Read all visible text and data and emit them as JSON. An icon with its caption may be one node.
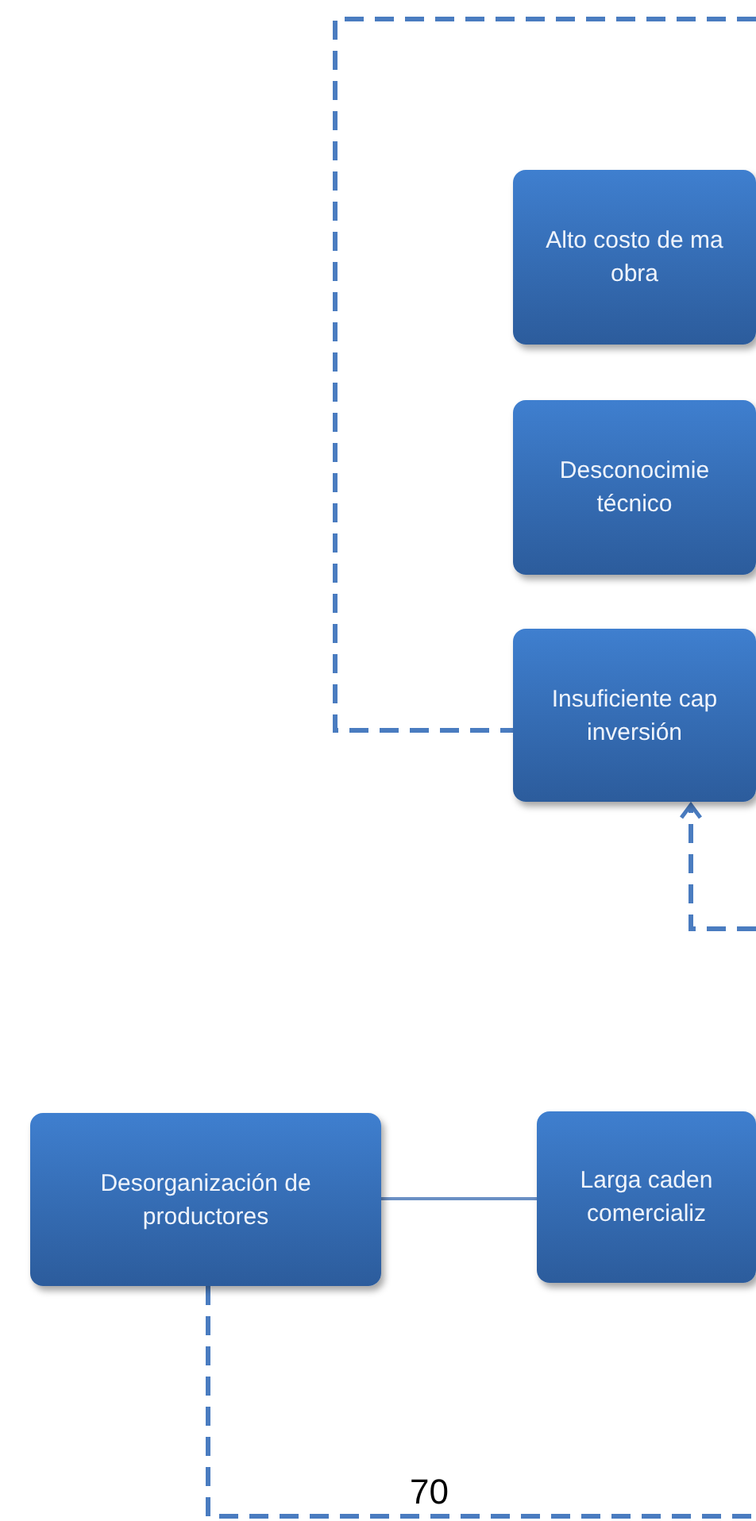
{
  "diagram": {
    "nodes": [
      {
        "text": [
          "Alto costo de ma obra"
        ]
      },
      {
        "text": [
          "Desconocimie técnico"
        ]
      },
      {
        "text": [
          "Insuficiente cap inversión"
        ]
      },
      {
        "text": [
          "Desorganización de productores"
        ]
      },
      {
        "text": [
          "Larga caden comercializ"
        ]
      }
    ],
    "edges": [
      {
        "from": null,
        "to": 2,
        "arrow": "none",
        "style": "dashed"
      },
      {
        "from": null,
        "to": 2,
        "arrow": "to",
        "style": "dashed"
      },
      {
        "from": 3,
        "to": 4,
        "arrow": "none"
      },
      {
        "from": 3,
        "to": null,
        "arrow": "none",
        "style": "dashed"
      }
    ],
    "labels": [
      "70"
    ]
  }
}
